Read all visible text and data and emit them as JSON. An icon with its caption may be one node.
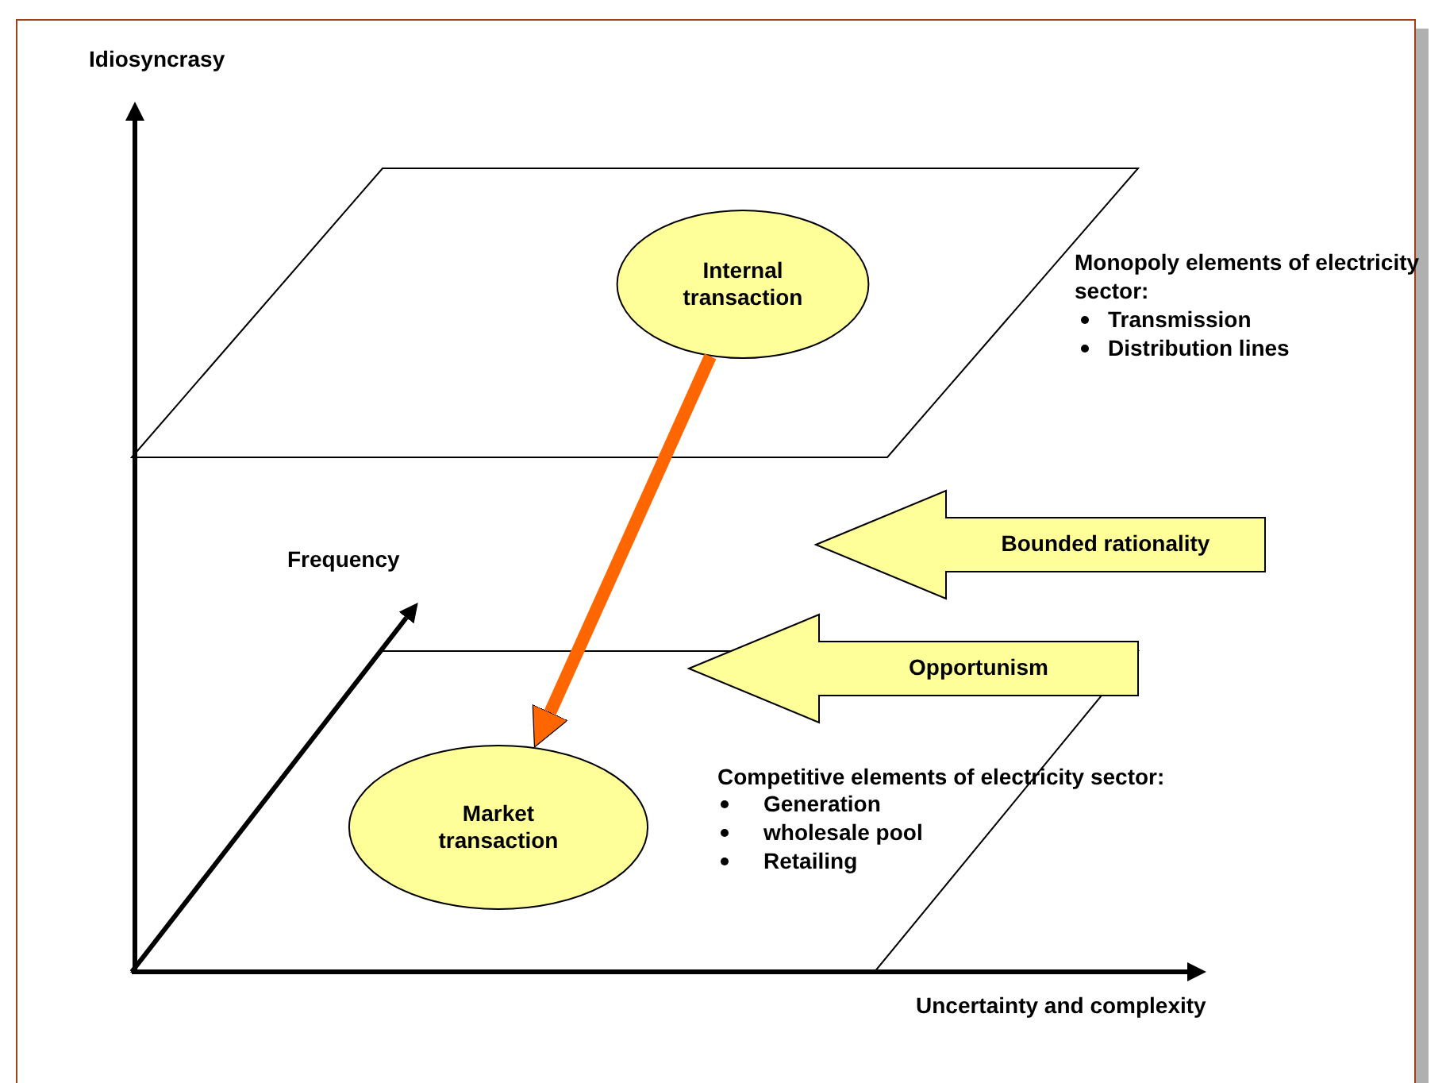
{
  "diagram": {
    "nodes": [
      {
        "text": [
          "Internal transaction"
        ]
      },
      {
        "text": [
          "Bounded rationality"
        ]
      },
      {
        "text": [
          "Opportunism"
        ]
      },
      {
        "text": [
          "Market transaction"
        ]
      }
    ],
    "edges": [
      {
        "from": 0,
        "to": 3,
        "arrow": "to",
        "color": "#ff6600"
      }
    ],
    "labels": [
      "Idiosyncrasy",
      "Monopoly elements of electricity sector:",
      "Transmission",
      "Distribution lines",
      "Frequency",
      "Competitive elements of electricity sector:",
      "Generation",
      "wholesale pool",
      "Retailing",
      "Uncertainty and complexity"
    ]
  }
}
